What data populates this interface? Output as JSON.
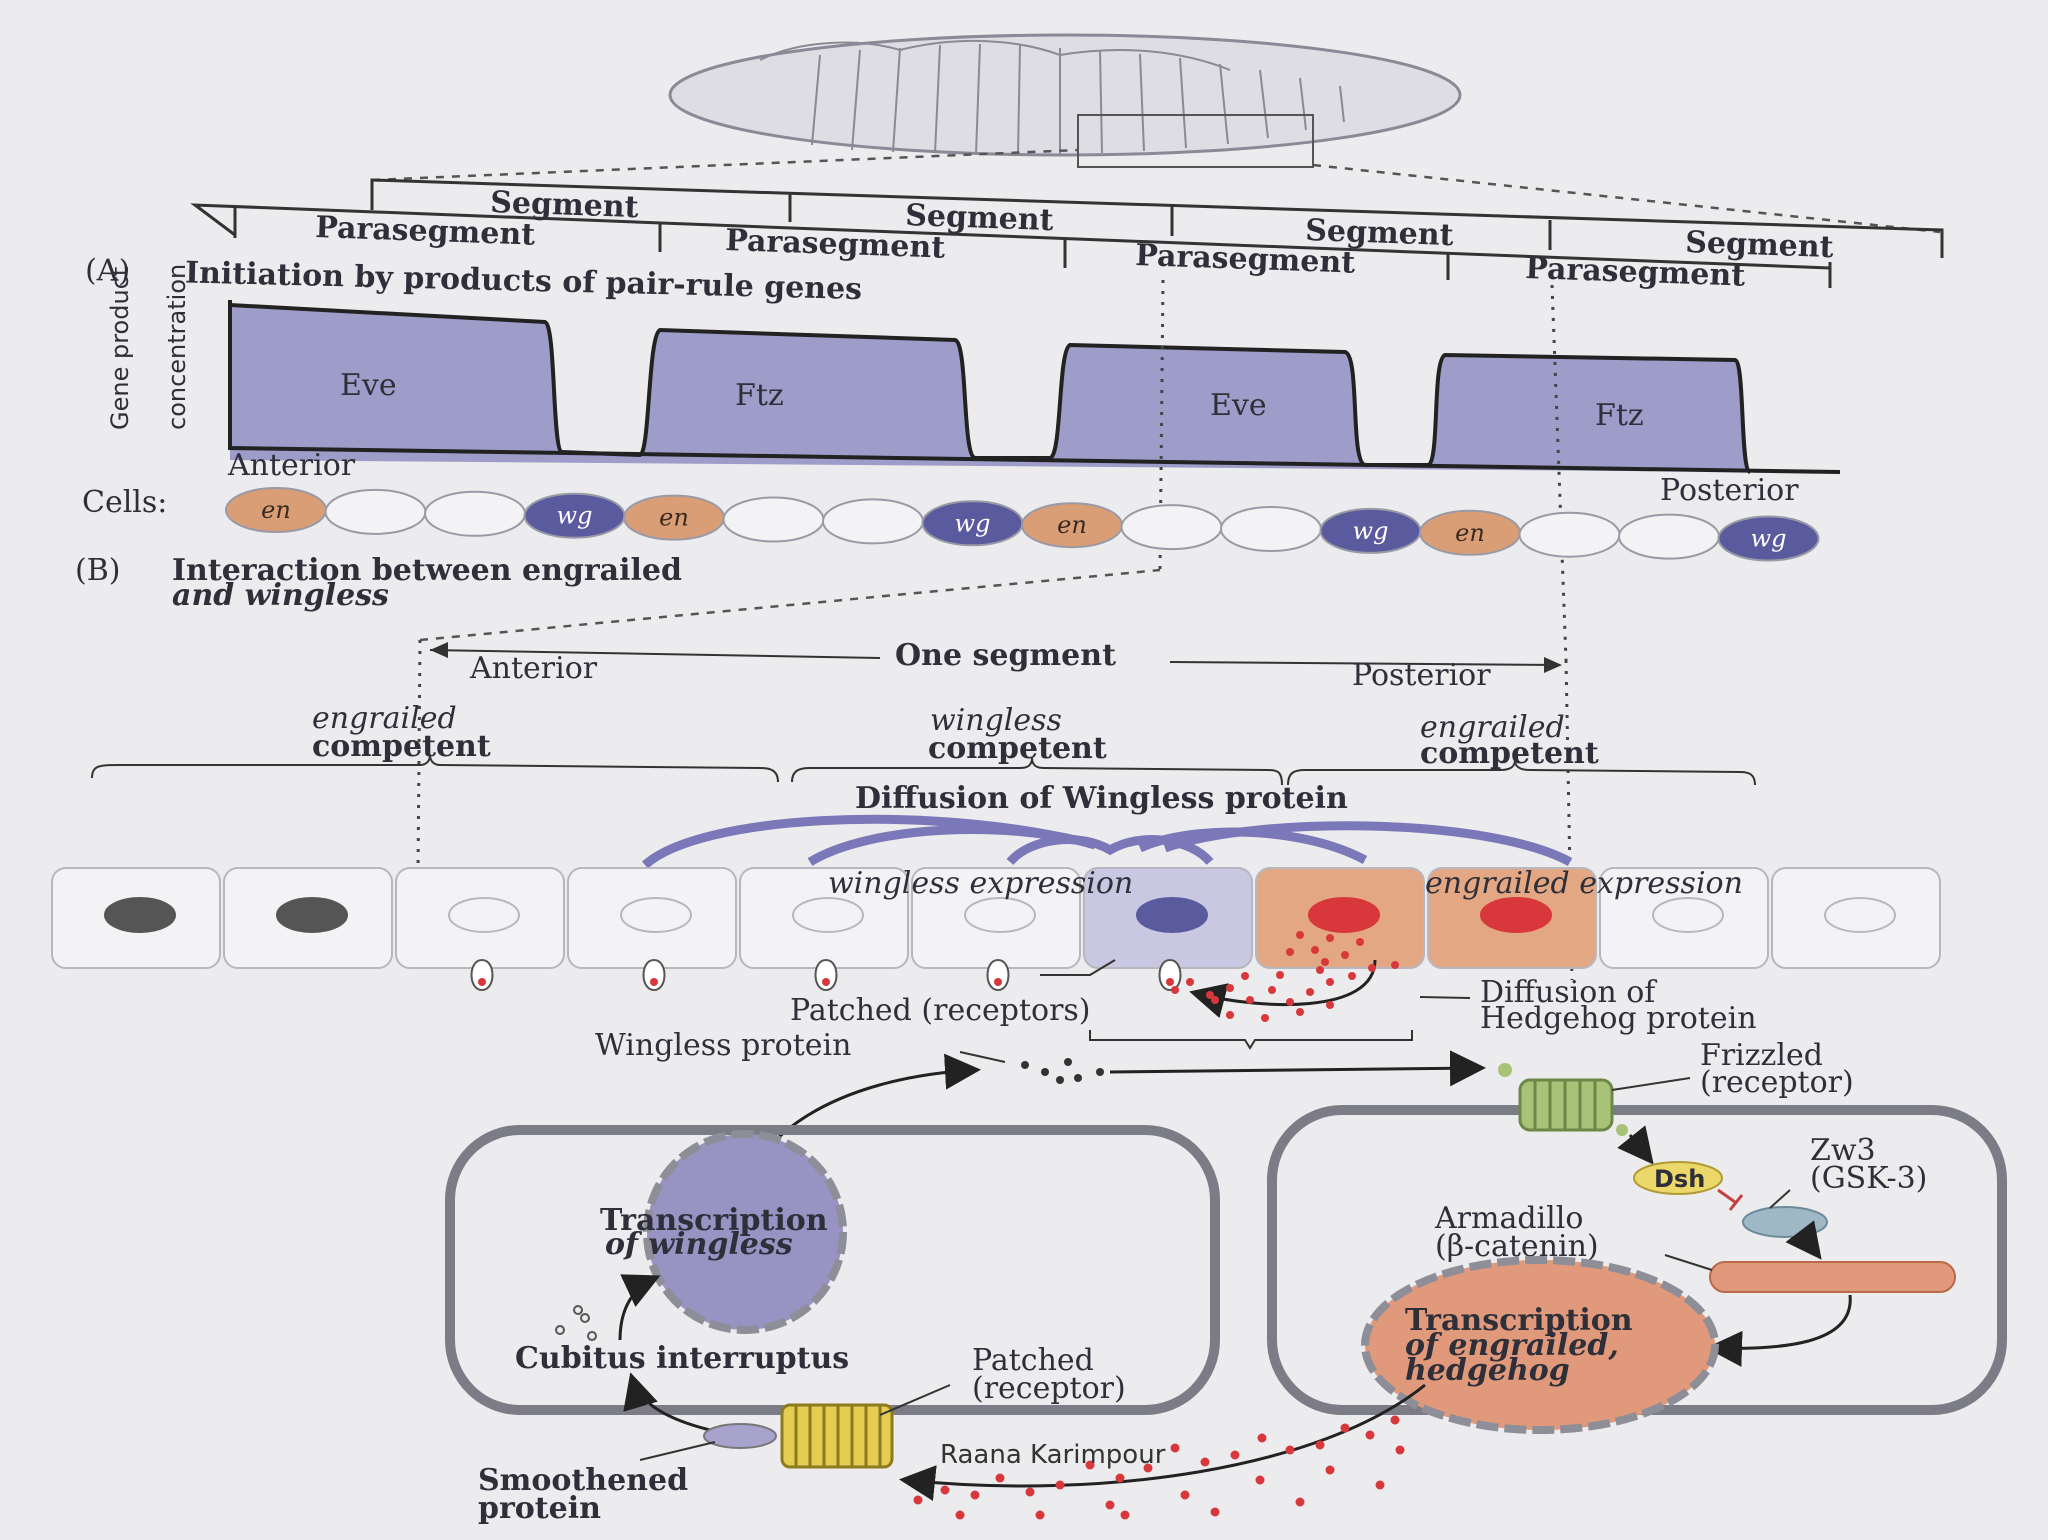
{
  "segment_bar": {
    "segment_label": "Segment",
    "parasegment_label": "Parasegment"
  },
  "panel_a": {
    "title_letter": "(A)",
    "title": "Initiation by products of pair-rule genes",
    "y_axis_line1": "Gene product",
    "y_axis_line2": "concentration",
    "anterior": "Anterior",
    "posterior": "Posterior",
    "bands": [
      "Eve",
      "Ftz",
      "Eve",
      "Ftz"
    ],
    "cells_label": "Cells:",
    "cells": [
      "en",
      "",
      "",
      "wg",
      "en",
      "",
      "",
      "wg",
      "en",
      "",
      "",
      "wg",
      "en",
      "",
      "",
      "wg"
    ],
    "colors": {
      "band": "#9e9cc9",
      "en": "#d99e76",
      "wg": "#5a5a9e"
    }
  },
  "panel_b": {
    "title_letter": "(B)",
    "title_line1": "Interaction between engrailed",
    "title_line2": "and wingless",
    "anterior": "Anterior",
    "one_segment": "One segment",
    "posterior": "Posterior",
    "en_competent_1": "engrailed",
    "competent": "competent",
    "wg_competent": "wingless",
    "en_competent_2": "engrailed",
    "diffusion_wingless": "Diffusion of Wingless protein",
    "wingless_expression": "wingless expression",
    "engrailed_expression": "engrailed expression",
    "patched_receptors": "Patched (receptors)",
    "diffusion_hedgehog_1": "Diffusion of",
    "diffusion_hedgehog_2": "Hedgehog protein",
    "wingless_protein": "Wingless protein",
    "frizzled_1": "Frizzled",
    "frizzled_2": "(receptor)",
    "dsh": "Dsh",
    "zw3_1": "Zw3",
    "zw3_2": "(GSK-3)",
    "armadillo_1": "Armadillo",
    "armadillo_2": "(β-catenin)",
    "transcription_wg_1": "Transcription",
    "transcription_wg_2": "of  wingless",
    "transcription_en_1": "Transcription",
    "transcription_en_2": "of engrailed,",
    "transcription_en_3": "hedgehog",
    "cubitus": "Cubitus interruptus",
    "patched_1": "Patched",
    "patched_2": "(receptor)",
    "smoothened_1": "Smoothened",
    "smoothened_2": "protein"
  },
  "credit": "Raana Karimpour"
}
